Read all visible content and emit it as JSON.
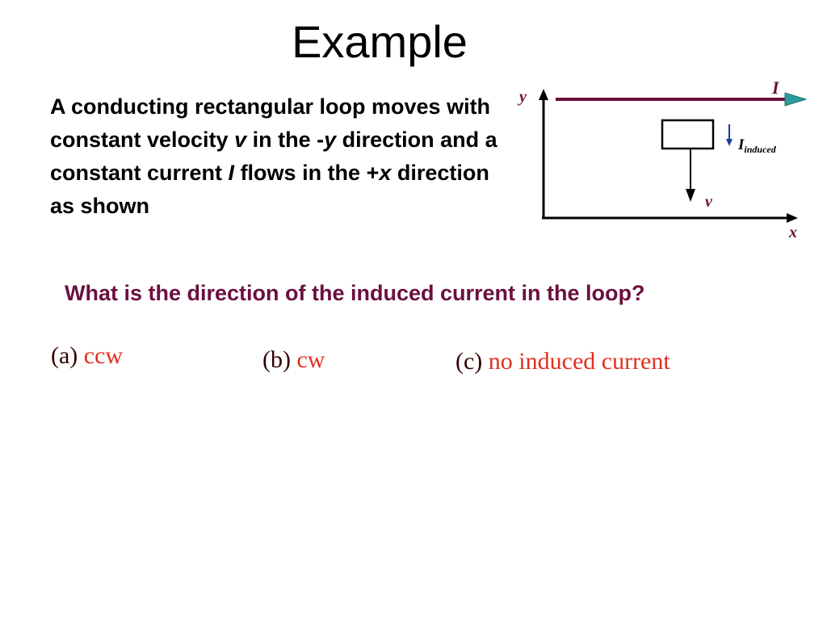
{
  "slide": {
    "title": "Example",
    "problem": {
      "p1": "A conducting rectangular loop moves with constant velocity ",
      "v": "v",
      "p2": " in the -",
      "y": "y",
      "p3": " direction and a constant current ",
      "I": "I",
      "p4": " flows in the +",
      "x": "x",
      "p5": " direction as shown"
    },
    "question": "What is the direction of the induced current in the loop?",
    "options": [
      {
        "letter": "(a)",
        "answer": "ccw"
      },
      {
        "letter": "(b)",
        "answer": "cw"
      },
      {
        "letter": "(c)",
        "answer": "no induced current"
      }
    ]
  },
  "diagram": {
    "y_axis_label": "y",
    "x_axis_label": "x",
    "wire_current_label": "I",
    "induced_label_main": "I",
    "induced_label_sub": "induced",
    "velocity_label": "v",
    "colors": {
      "wire": "#6b0f3f",
      "wire_arrowhead": "#2a9d9d",
      "induced_arrow": "#1a3aa0",
      "axes": "#000000",
      "labels": "#6b0f3f",
      "answer": "#e0301e"
    }
  }
}
